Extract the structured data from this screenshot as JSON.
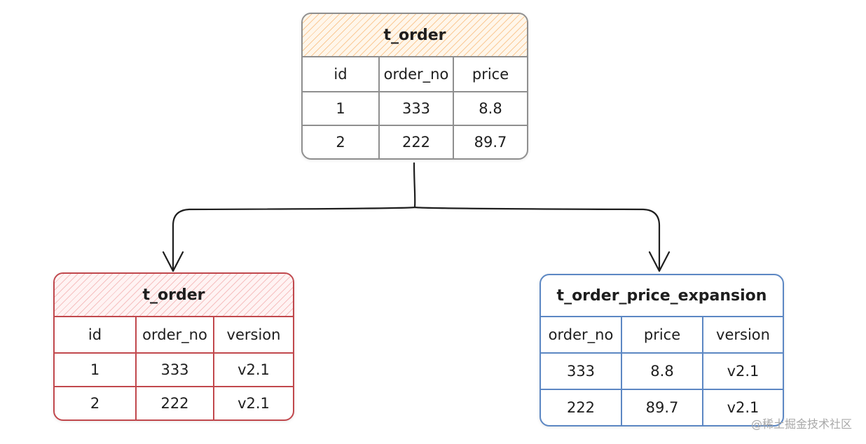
{
  "source_table": {
    "title": "t_order",
    "headers": [
      "id",
      "order_no",
      "price"
    ],
    "rows": [
      [
        "1",
        "333",
        "8.8"
      ],
      [
        "2",
        "222",
        "89.7"
      ]
    ]
  },
  "left_table": {
    "title": "t_order",
    "headers": [
      "id",
      "order_no",
      "version"
    ],
    "rows": [
      [
        "1",
        "333",
        "v2.1"
      ],
      [
        "2",
        "222",
        "v2.1"
      ]
    ]
  },
  "right_table": {
    "title": "t_order_price_expansion",
    "headers": [
      "order_no",
      "price",
      "version"
    ],
    "rows": [
      [
        "333",
        "8.8",
        "v2.1"
      ],
      [
        "222",
        "89.7",
        "v2.1"
      ]
    ]
  },
  "watermark": "@稀土掘金技术社区",
  "colors": {
    "source_border": "#8f8f8f",
    "source_title_fill": "#f5a552",
    "left_border": "#c1484d",
    "left_title_fill": "#ee9696",
    "right_border": "#5c87c3",
    "connector": "#1e1e1e"
  }
}
